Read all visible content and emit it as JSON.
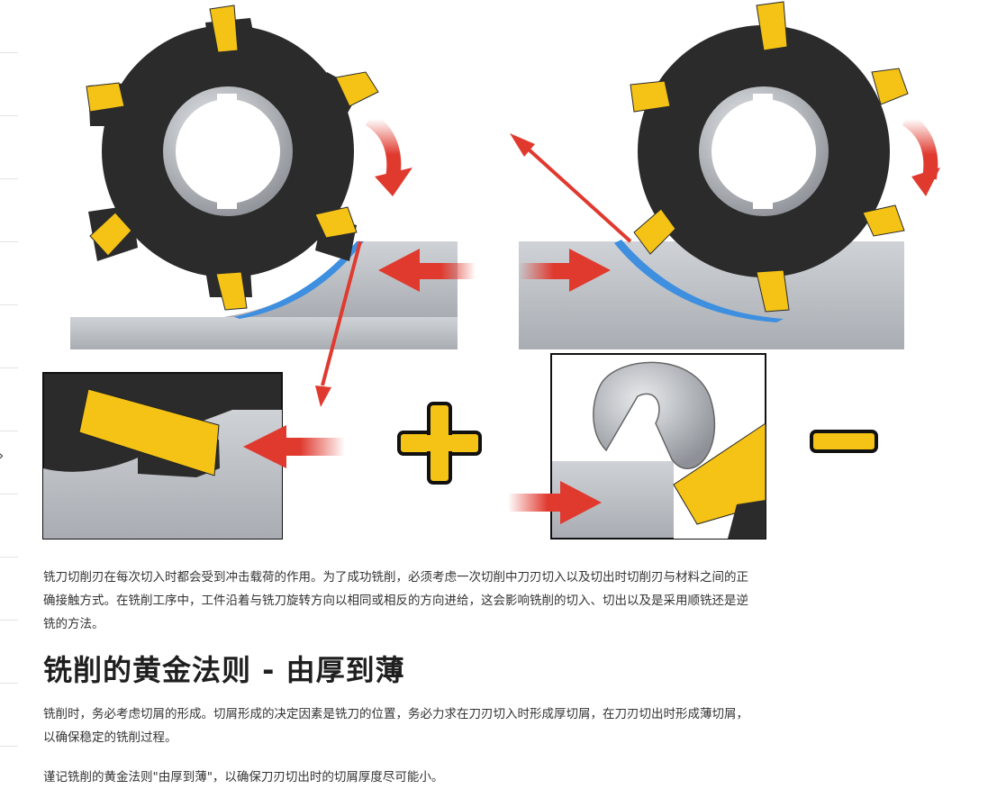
{
  "article": {
    "intro_paragraph": "铣刀切削刃在每次切入时都会受到冲击载荷的作用。为了成功铣削，必须考虑一次切削中刀刃切入以及切出时切削刃与材料之间的正确接触方式。在铣削工序中，工件沿着与铣刀旋转方向以相同或相反的方向进给，这会影响铣削的切入、切出以及是采用顺铣还是逆铣的方法。",
    "section_heading": "铣削的黄金法则 - 由厚到薄",
    "section_paragraph": "铣削时，务必考虑切屑的形成。切屑形成的决定因素是铣刀的位置，务必力求在刀刃切入时形成厚切屑，在刀刃切出时形成薄切屑，以确保稳定的铣削过程。",
    "rule_paragraph": "谨记铣削的黄金法则\"由厚到薄\"，以确保刀刃切出时的切屑厚度尽可能小。"
  },
  "figure": {
    "colors": {
      "cutter_body": "#2b2b2b",
      "insert_yellow": "#f4c316",
      "workpiece_gray": "#bfc2c7",
      "chip_blue": "#3e8fe0",
      "arrow_red": "#e03a2f",
      "hub_silver": "#b8bcc2"
    },
    "icons": {
      "plus": "plus-sign-icon",
      "minus": "minus-sign-icon"
    }
  },
  "sidebar": {
    "toggle_icon": "chevron-right-icon"
  }
}
